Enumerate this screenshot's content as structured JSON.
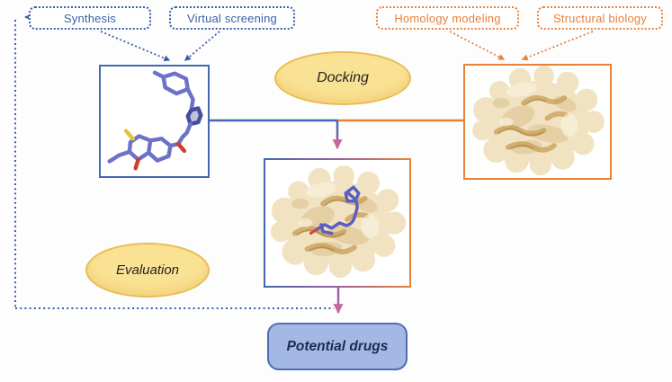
{
  "nodes": {
    "synthesis": {
      "label": "Synthesis"
    },
    "virtual_screening": {
      "label": "Virtual screening"
    },
    "homology_modeling": {
      "label": "Homology modeling"
    },
    "structural_biology": {
      "label": "Structural biology"
    },
    "docking": {
      "label": "Docking"
    },
    "evaluation": {
      "label": "Evaluation"
    },
    "potential_drugs": {
      "label": "Potential drugs"
    },
    "ligand": {
      "icon": "ligand-molecule-image"
    },
    "protein": {
      "icon": "protein-surface-image"
    },
    "complex": {
      "icon": "protein-ligand-complex-image"
    }
  },
  "edges": [
    {
      "from": "synthesis",
      "to": "ligand",
      "style": "dotted-blue-arrow"
    },
    {
      "from": "virtual_screening",
      "to": "ligand",
      "style": "dotted-blue-arrow"
    },
    {
      "from": "homology_modeling",
      "to": "protein",
      "style": "dotted-orange-arrow"
    },
    {
      "from": "structural_biology",
      "to": "protein",
      "style": "dotted-orange-arrow"
    },
    {
      "from": "ligand",
      "to": "docking_junction",
      "style": "solid-blue-line"
    },
    {
      "from": "protein",
      "to": "docking_junction",
      "style": "solid-orange-line"
    },
    {
      "from": "docking_junction",
      "to": "complex",
      "style": "solid-arrow-pink-head"
    },
    {
      "from": "complex",
      "to": "potential_drugs",
      "style": "solid-arrow-pink-head"
    },
    {
      "from": "potential_drugs_line",
      "to": "synthesis",
      "style": "dotted-blue-feedback-loop"
    }
  ],
  "colors": {
    "blue": "#3a5fa8",
    "solid_blue_border": "#4268b2",
    "orange": "#e8813a",
    "ellipse_fill": "#fae294",
    "ellipse_border": "#e9bc56",
    "potential_drugs_fill": "#a3b8e4",
    "potential_drugs_border": "#4f6fb5",
    "arrow_pink": "#c4679b",
    "protein_beige": "#f1e3c2",
    "protein_ribbon_tan": "#c69a4f",
    "ligand_stick_purple": "#6b72c8",
    "oxygen_red": "#d23b2e",
    "sulfur_yellow": "#dfc63d"
  }
}
